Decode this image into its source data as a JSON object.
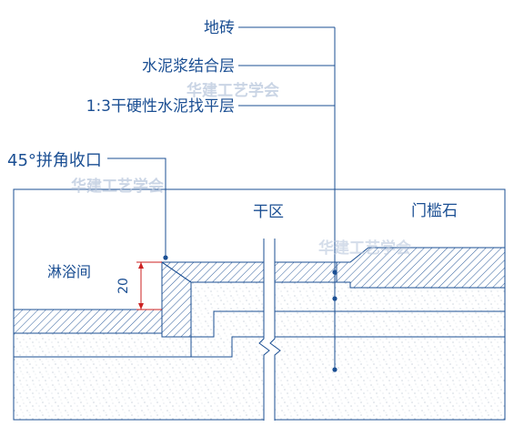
{
  "layers": {
    "l1": "地砖",
    "l2": "水泥浆结合层",
    "l3": "1:3干硬性水泥找平层",
    "l4": "45°拼角收口"
  },
  "zones": {
    "shower": "淋浴间",
    "dry": "干区",
    "threshold": "门槛石"
  },
  "dimension": {
    "height": "20"
  },
  "watermark": "华建工艺学会",
  "colors": {
    "line": "#1b4f93",
    "hatch": "#1b4f93",
    "speckle": "#7c8ea9",
    "watermark": "#b9c7dd"
  }
}
